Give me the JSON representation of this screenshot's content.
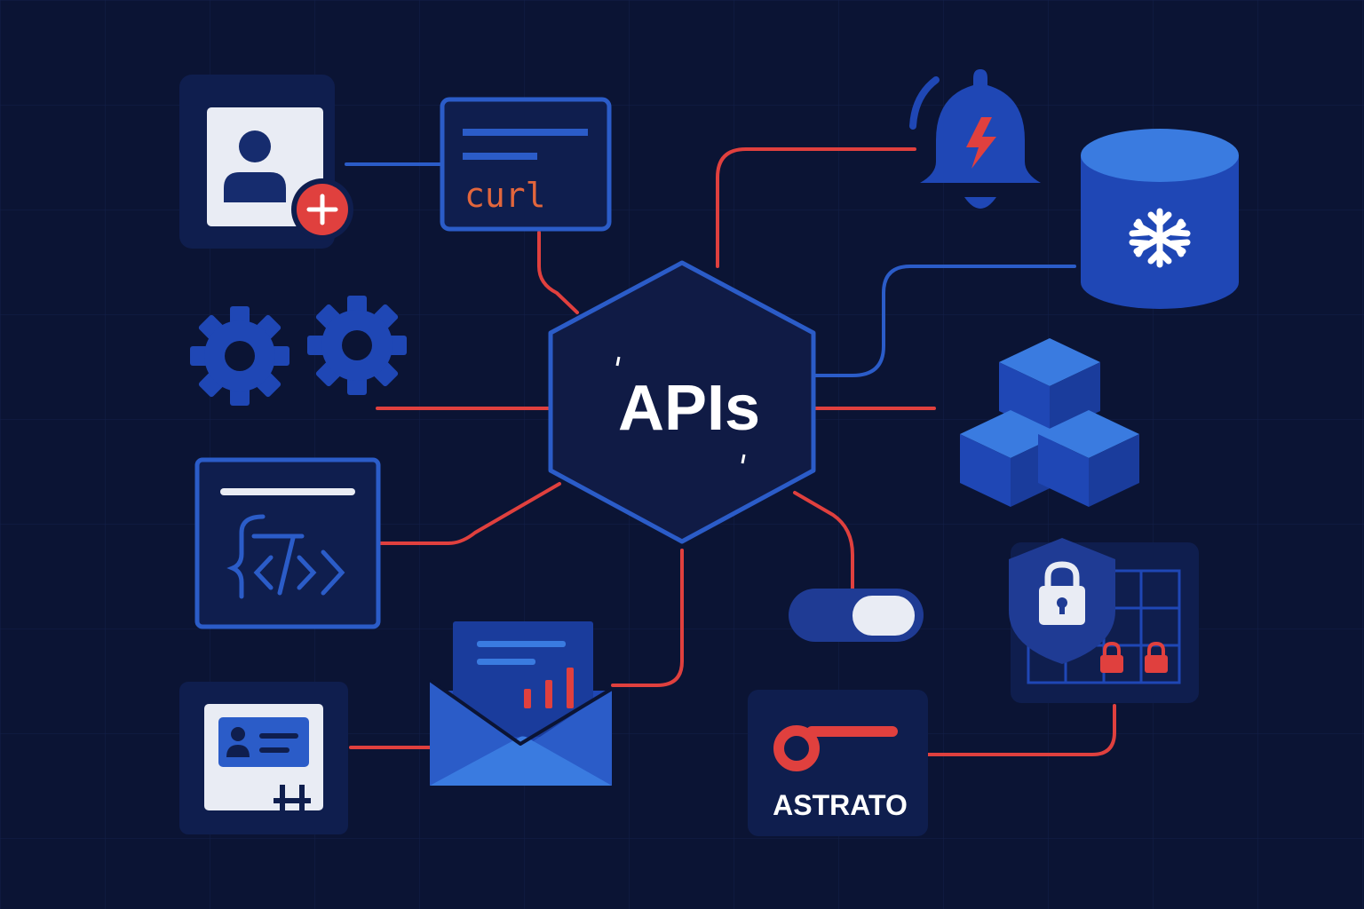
{
  "hub": {
    "label": "APIs"
  },
  "snippet": {
    "command": "curl"
  },
  "brand": {
    "name": "ASTRATO"
  },
  "colors": {
    "background": "#0b1434",
    "panel": "#0f1e4e",
    "accent_blue": "#2b5cc8",
    "bright_blue": "#3a7be0",
    "accent_red": "#e0403e",
    "orange": "#e2663c",
    "light": "#e9ecf4"
  },
  "nodes": {
    "user_card": {
      "icon": "add-user-icon"
    },
    "terminal": {
      "icon": "terminal-icon"
    },
    "bell": {
      "icon": "alert-bell-icon"
    },
    "database": {
      "icon": "snowflake-database-icon"
    },
    "gears": {
      "icon": "gears-icon"
    },
    "cubes": {
      "icon": "cubes-icon"
    },
    "code_window": {
      "icon": "code-window-icon"
    },
    "toggle": {
      "icon": "toggle-switch-icon"
    },
    "security": {
      "icon": "lock-shield-icon"
    },
    "envelope": {
      "icon": "report-envelope-icon"
    },
    "contact_card": {
      "icon": "contact-card-icon"
    },
    "brand_card": {
      "icon": "astrato-logo-icon"
    }
  }
}
